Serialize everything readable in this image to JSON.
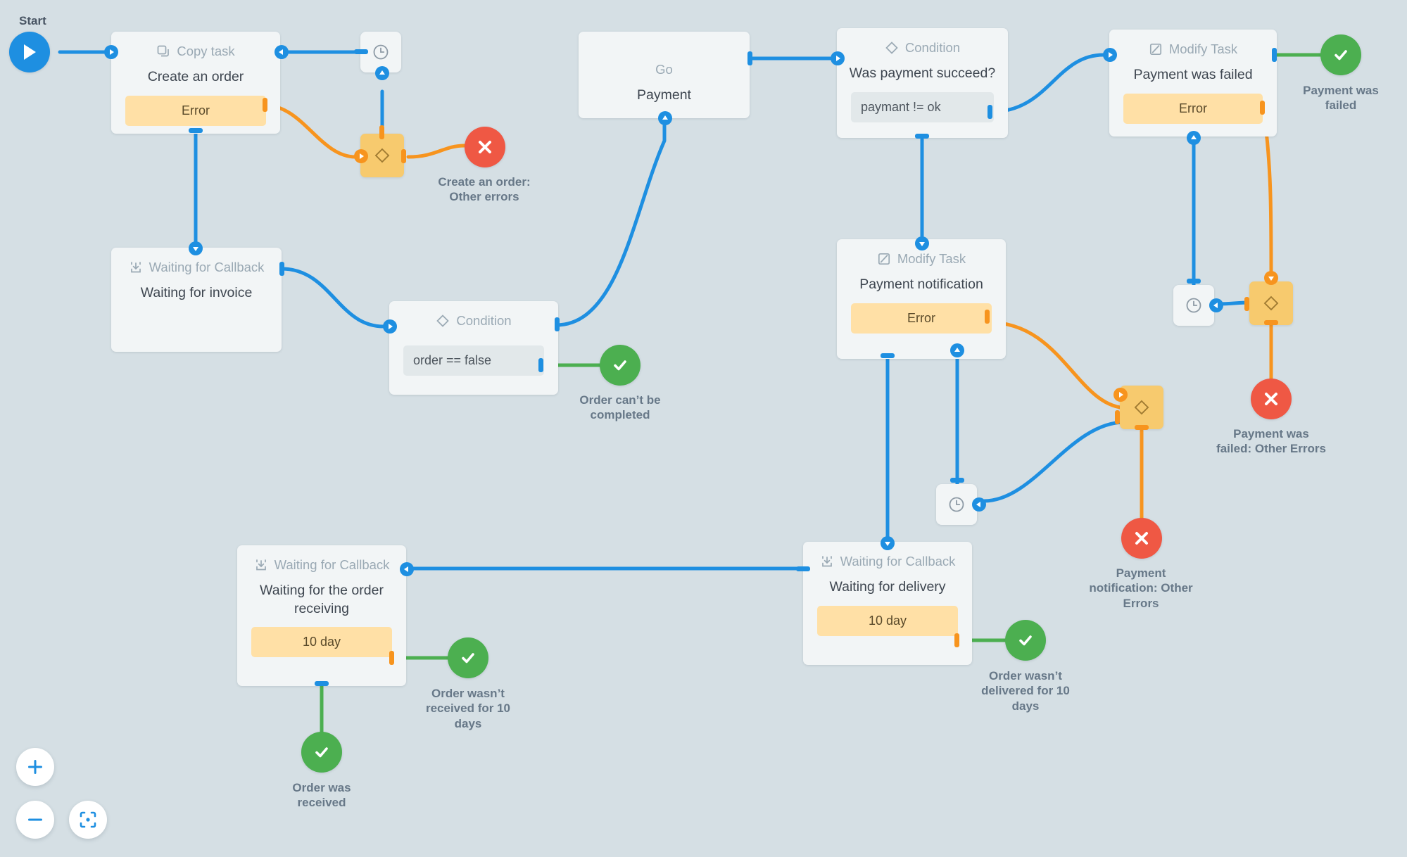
{
  "canvas": {
    "background": "#d5dfe4",
    "accent_blue": "#1e8fe1",
    "accent_orange": "#f7941e",
    "accent_green": "#4caf50",
    "accent_red": "#ef5844",
    "gate_yellow": "#f7ca6e",
    "chip_yellow": "#ffe0a6"
  },
  "start": {
    "label": "Start",
    "icon": "play-icon"
  },
  "nodes": [
    {
      "id": "create_order",
      "type": "Copy task",
      "type_icon": "copy-icon",
      "title": "Create an order",
      "chip": "Error"
    },
    {
      "id": "waiting_invoice",
      "type": "Waiting for Callback",
      "type_icon": "callback-icon",
      "title": "Waiting for invoice",
      "chip": null
    },
    {
      "id": "cond_order",
      "type": "Condition",
      "type_icon": "diamond-icon",
      "title": null,
      "chip": "order == false"
    },
    {
      "id": "go_payment",
      "type": "Go",
      "type_icon": null,
      "title": "Payment",
      "chip": null
    },
    {
      "id": "cond_payment",
      "type": "Condition",
      "type_icon": "diamond-icon",
      "title": "Was payment succeed?",
      "chip": "paymant != ok"
    },
    {
      "id": "modify_failed",
      "type": "Modify Task",
      "type_icon": "edit-icon",
      "title": "Payment was failed",
      "chip": "Error"
    },
    {
      "id": "modify_notification",
      "type": "Modify Task",
      "type_icon": "edit-icon",
      "title": "Payment notification",
      "chip": "Error"
    },
    {
      "id": "waiting_receiving",
      "type": "Waiting for Callback",
      "type_icon": "callback-icon",
      "title": "Waiting for the order receiving",
      "chip": "10 day"
    },
    {
      "id": "waiting_delivery",
      "type": "Waiting for Callback",
      "type_icon": "callback-icon",
      "title": "Waiting for delivery",
      "chip": "10 day"
    }
  ],
  "terminals": [
    {
      "id": "t_create_other",
      "kind": "error",
      "label": "Create an order: Other errors"
    },
    {
      "id": "t_order_cant",
      "kind": "success",
      "label": "Order can’t be completed"
    },
    {
      "id": "t_payment_failed",
      "kind": "success",
      "label": "Payment was failed"
    },
    {
      "id": "t_pay_fail_other",
      "kind": "error",
      "label": "Payment was failed: Other Errors"
    },
    {
      "id": "t_paynote_other",
      "kind": "error",
      "label": "Payment notification: Other Errors"
    },
    {
      "id": "t_not_received",
      "kind": "success",
      "label": "Order wasn’t received for 10 days"
    },
    {
      "id": "t_order_received",
      "kind": "success",
      "label": "Order was received"
    },
    {
      "id": "t_not_delivered",
      "kind": "success",
      "label": "Order wasn’t delivered for 10 days"
    }
  ],
  "timers": [
    {
      "id": "timer_top",
      "icon": "clock-icon"
    },
    {
      "id": "timer_mid",
      "icon": "clock-icon"
    },
    {
      "id": "timer_right",
      "icon": "clock-icon"
    }
  ],
  "gates": [
    {
      "id": "gate_create",
      "icon": "diamond-icon"
    },
    {
      "id": "gate_paynote",
      "icon": "diamond-icon"
    },
    {
      "id": "gate_payfail",
      "icon": "diamond-icon"
    }
  ],
  "controls": [
    {
      "id": "zoom_in",
      "icon": "plus-icon",
      "label": "+"
    },
    {
      "id": "zoom_out",
      "icon": "minus-icon",
      "label": "−"
    },
    {
      "id": "fit_view",
      "icon": "fit-view-icon",
      "label": ""
    }
  ]
}
